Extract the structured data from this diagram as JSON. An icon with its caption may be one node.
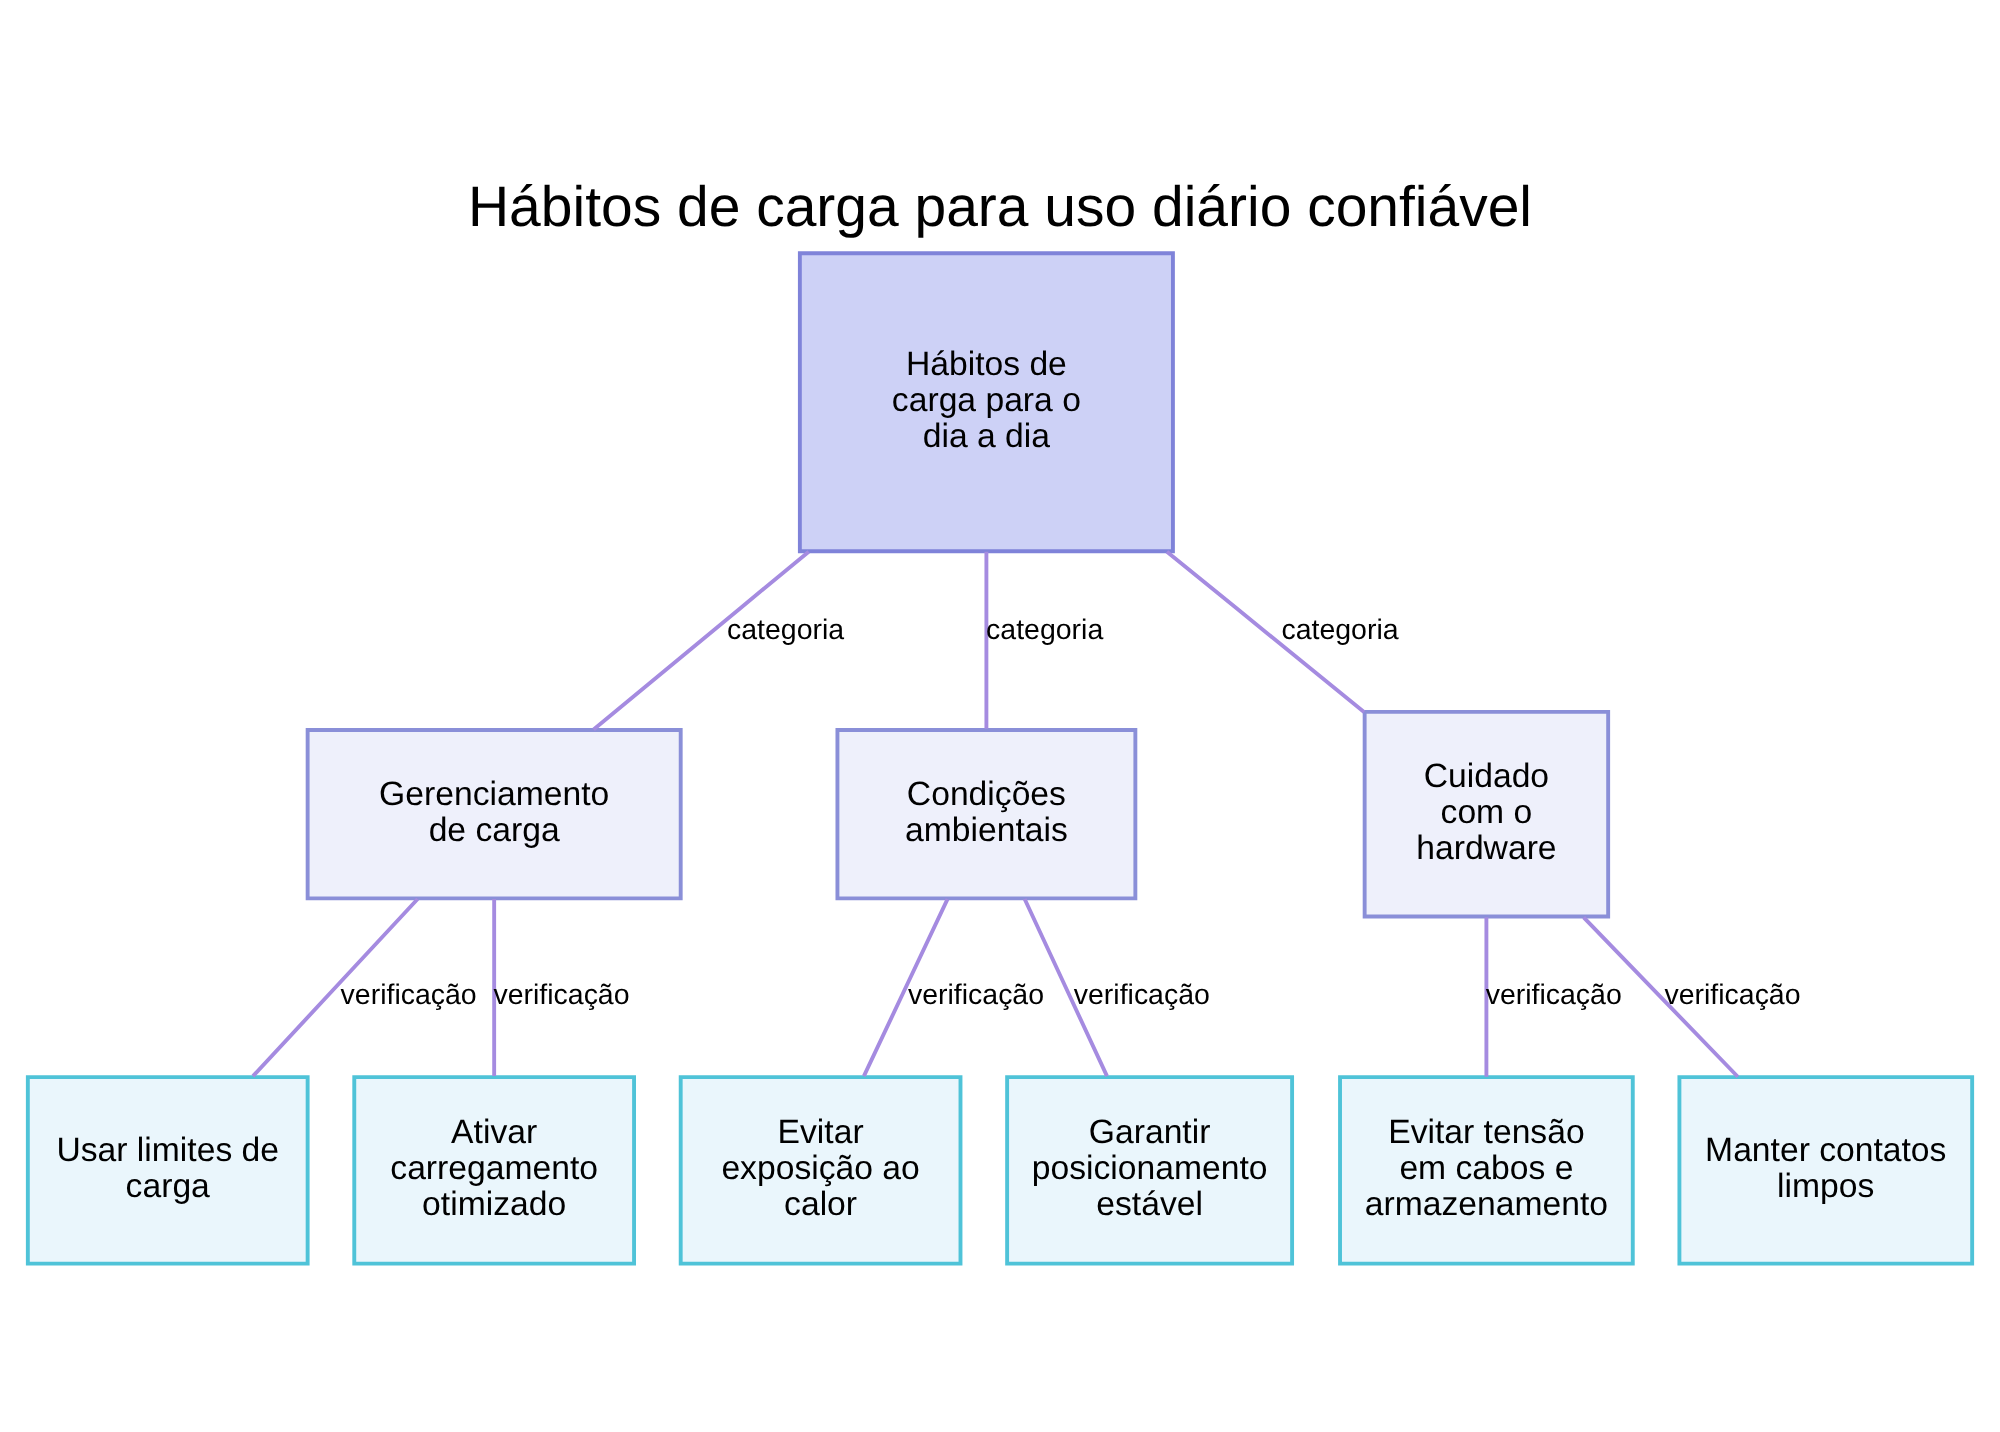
{
  "diagram": {
    "title": "Hábitos de carga para uso diário confiável",
    "nodes": [
      {
        "text": [
          "Hábitos de carga para o dia a dia"
        ]
      },
      {
        "text": [
          "Gerenciamento de carga"
        ]
      },
      {
        "text": [
          "Condições ambientais"
        ]
      },
      {
        "text": [
          "Cuidado com o hardware"
        ]
      },
      {
        "text": [
          "Usar limites de carga"
        ]
      },
      {
        "text": [
          "Ativar carregamento otimizado"
        ]
      },
      {
        "text": [
          "Evitar exposição ao calor"
        ]
      },
      {
        "text": [
          "Garantir posicionamento estável"
        ]
      },
      {
        "text": [
          "Evitar tensão em cabos e armazenamento"
        ]
      },
      {
        "text": [
          "Manter contatos limpos"
        ]
      }
    ],
    "edges": [
      {
        "from": 0,
        "to": 1,
        "arrow": "none",
        "label": "categoria"
      },
      {
        "from": 0,
        "to": 2,
        "arrow": "none",
        "label": "categoria"
      },
      {
        "from": 0,
        "to": 3,
        "arrow": "none",
        "label": "categoria"
      },
      {
        "from": 1,
        "to": 4,
        "arrow": "none",
        "label": "verificação"
      },
      {
        "from": 1,
        "to": 5,
        "arrow": "none",
        "label": "verificação"
      },
      {
        "from": 2,
        "to": 6,
        "arrow": "none",
        "label": "verificação"
      },
      {
        "from": 2,
        "to": 7,
        "arrow": "none",
        "label": "verificação"
      },
      {
        "from": 3,
        "to": 8,
        "arrow": "none",
        "label": "verificação"
      },
      {
        "from": 3,
        "to": 9,
        "arrow": "none",
        "label": "verificação"
      }
    ]
  }
}
